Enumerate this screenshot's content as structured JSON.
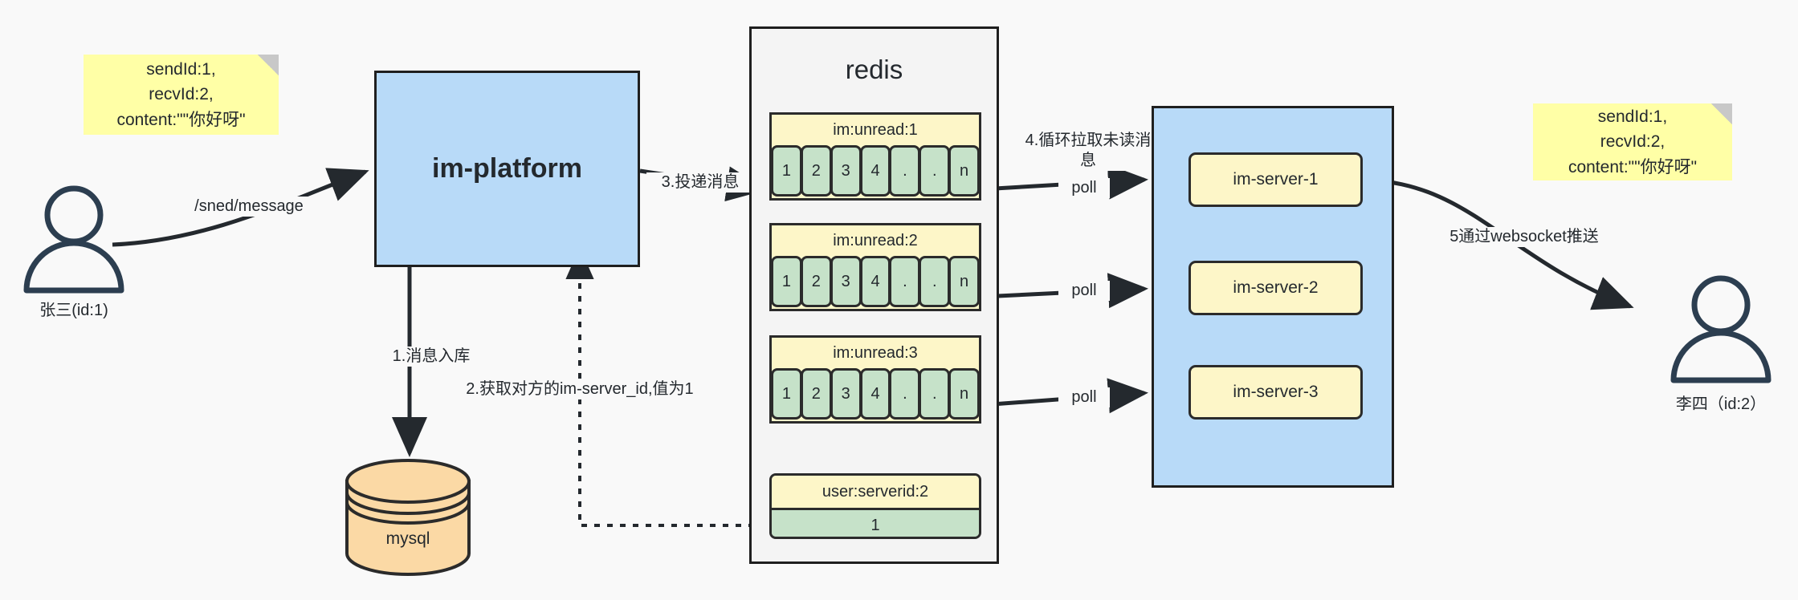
{
  "diagram": {
    "title": "IM message delivery architecture",
    "colors": {
      "background": "#f9f9f9",
      "note_yellow": "#ffffa6",
      "box_blue": "#b8daf8",
      "cell_green": "#c6e2c9",
      "key_yellow": "#fdf6c8",
      "db_orange": "#fbd9a5",
      "stroke": "#24292e"
    }
  },
  "notes": {
    "left": "sendId:1,\nrecvId:2,\ncontent:\"\"你好呀\"",
    "right": "sendId:1,\nrecvId:2,\ncontent:\"\"你好呀\""
  },
  "actors": {
    "sender": {
      "caption": "张三(id:1)"
    },
    "receiver": {
      "caption": "李四（id:2）"
    }
  },
  "platform": {
    "title": "im-platform"
  },
  "database": {
    "label": "mysql"
  },
  "redis": {
    "title": "redis",
    "queues": [
      {
        "name": "im:unread:1",
        "cells": [
          "1",
          "2",
          "3",
          "4",
          ".",
          ".",
          "n"
        ]
      },
      {
        "name": "im:unread:2",
        "cells": [
          "1",
          "2",
          "3",
          "4",
          ".",
          ".",
          "n"
        ]
      },
      {
        "name": "im:unread:3",
        "cells": [
          "1",
          "2",
          "3",
          "4",
          ".",
          ".",
          "n"
        ]
      }
    ],
    "kv": {
      "key": "user:serverid:2",
      "value": "1"
    }
  },
  "servers": {
    "items": [
      {
        "label": "im-server-1"
      },
      {
        "label": "im-server-2"
      },
      {
        "label": "im-server-3"
      }
    ]
  },
  "edges": {
    "send_message": "/sned/message",
    "step1": "1.消息入库",
    "step2": "2.获取对方的im-server_id,值为1",
    "step3": "3.投递消息",
    "step4": "4.循环拉取未读消\n息",
    "poll1": "poll",
    "poll2": "poll",
    "poll3": "poll",
    "step5": "5通过websocket推送"
  }
}
